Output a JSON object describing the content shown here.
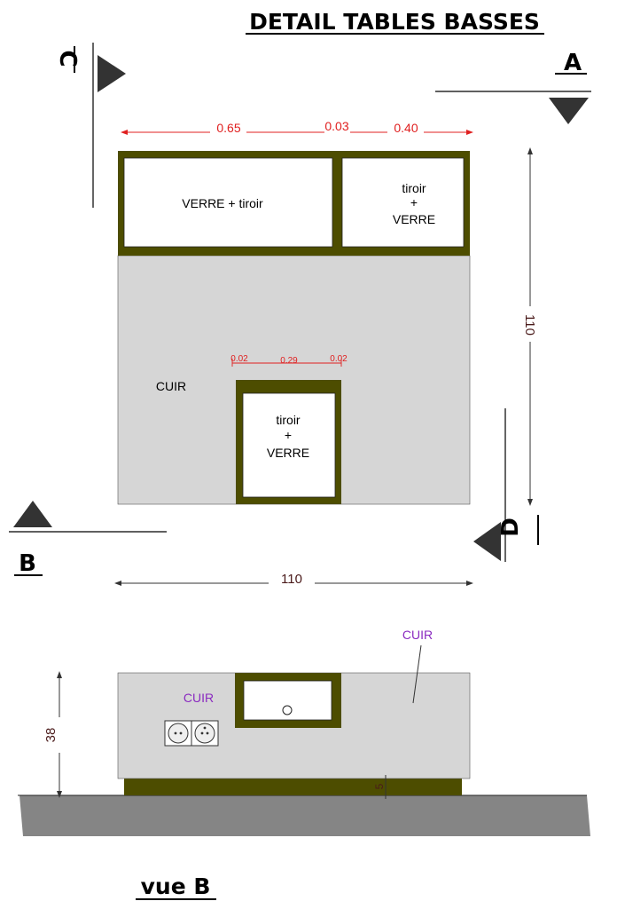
{
  "title": "DETAIL TABLES BASSES",
  "section_marks": {
    "a": "A",
    "b": "B",
    "c": "C",
    "d": "D"
  },
  "plan": {
    "dim_top": {
      "left": "0.65",
      "middle": "0.03",
      "right": "0.40"
    },
    "dim_inner": {
      "left": "0.02",
      "middle": "0.29",
      "right": "0.02"
    },
    "dim_width": "110",
    "dim_depth": "110",
    "cell_left_label": "VERRE + tiroir",
    "cell_right_label": [
      "tiroir",
      "+",
      "VERRE"
    ],
    "cell_center_label": [
      "tiroir",
      "+",
      "VERRE"
    ],
    "material_label": "CUIR"
  },
  "elevation": {
    "material_label_top": "CUIR",
    "material_label_left": "CUIR",
    "dim_height": "38",
    "dim_base": "5",
    "view_label": "vue B"
  },
  "colors": {
    "frame": "#4d4d00",
    "leather": "#d6d6d6",
    "ground": "#858585",
    "dim_red": "#e02020",
    "dim_dark": "#4a1a1a",
    "label_purple": "#8a2ac0"
  }
}
